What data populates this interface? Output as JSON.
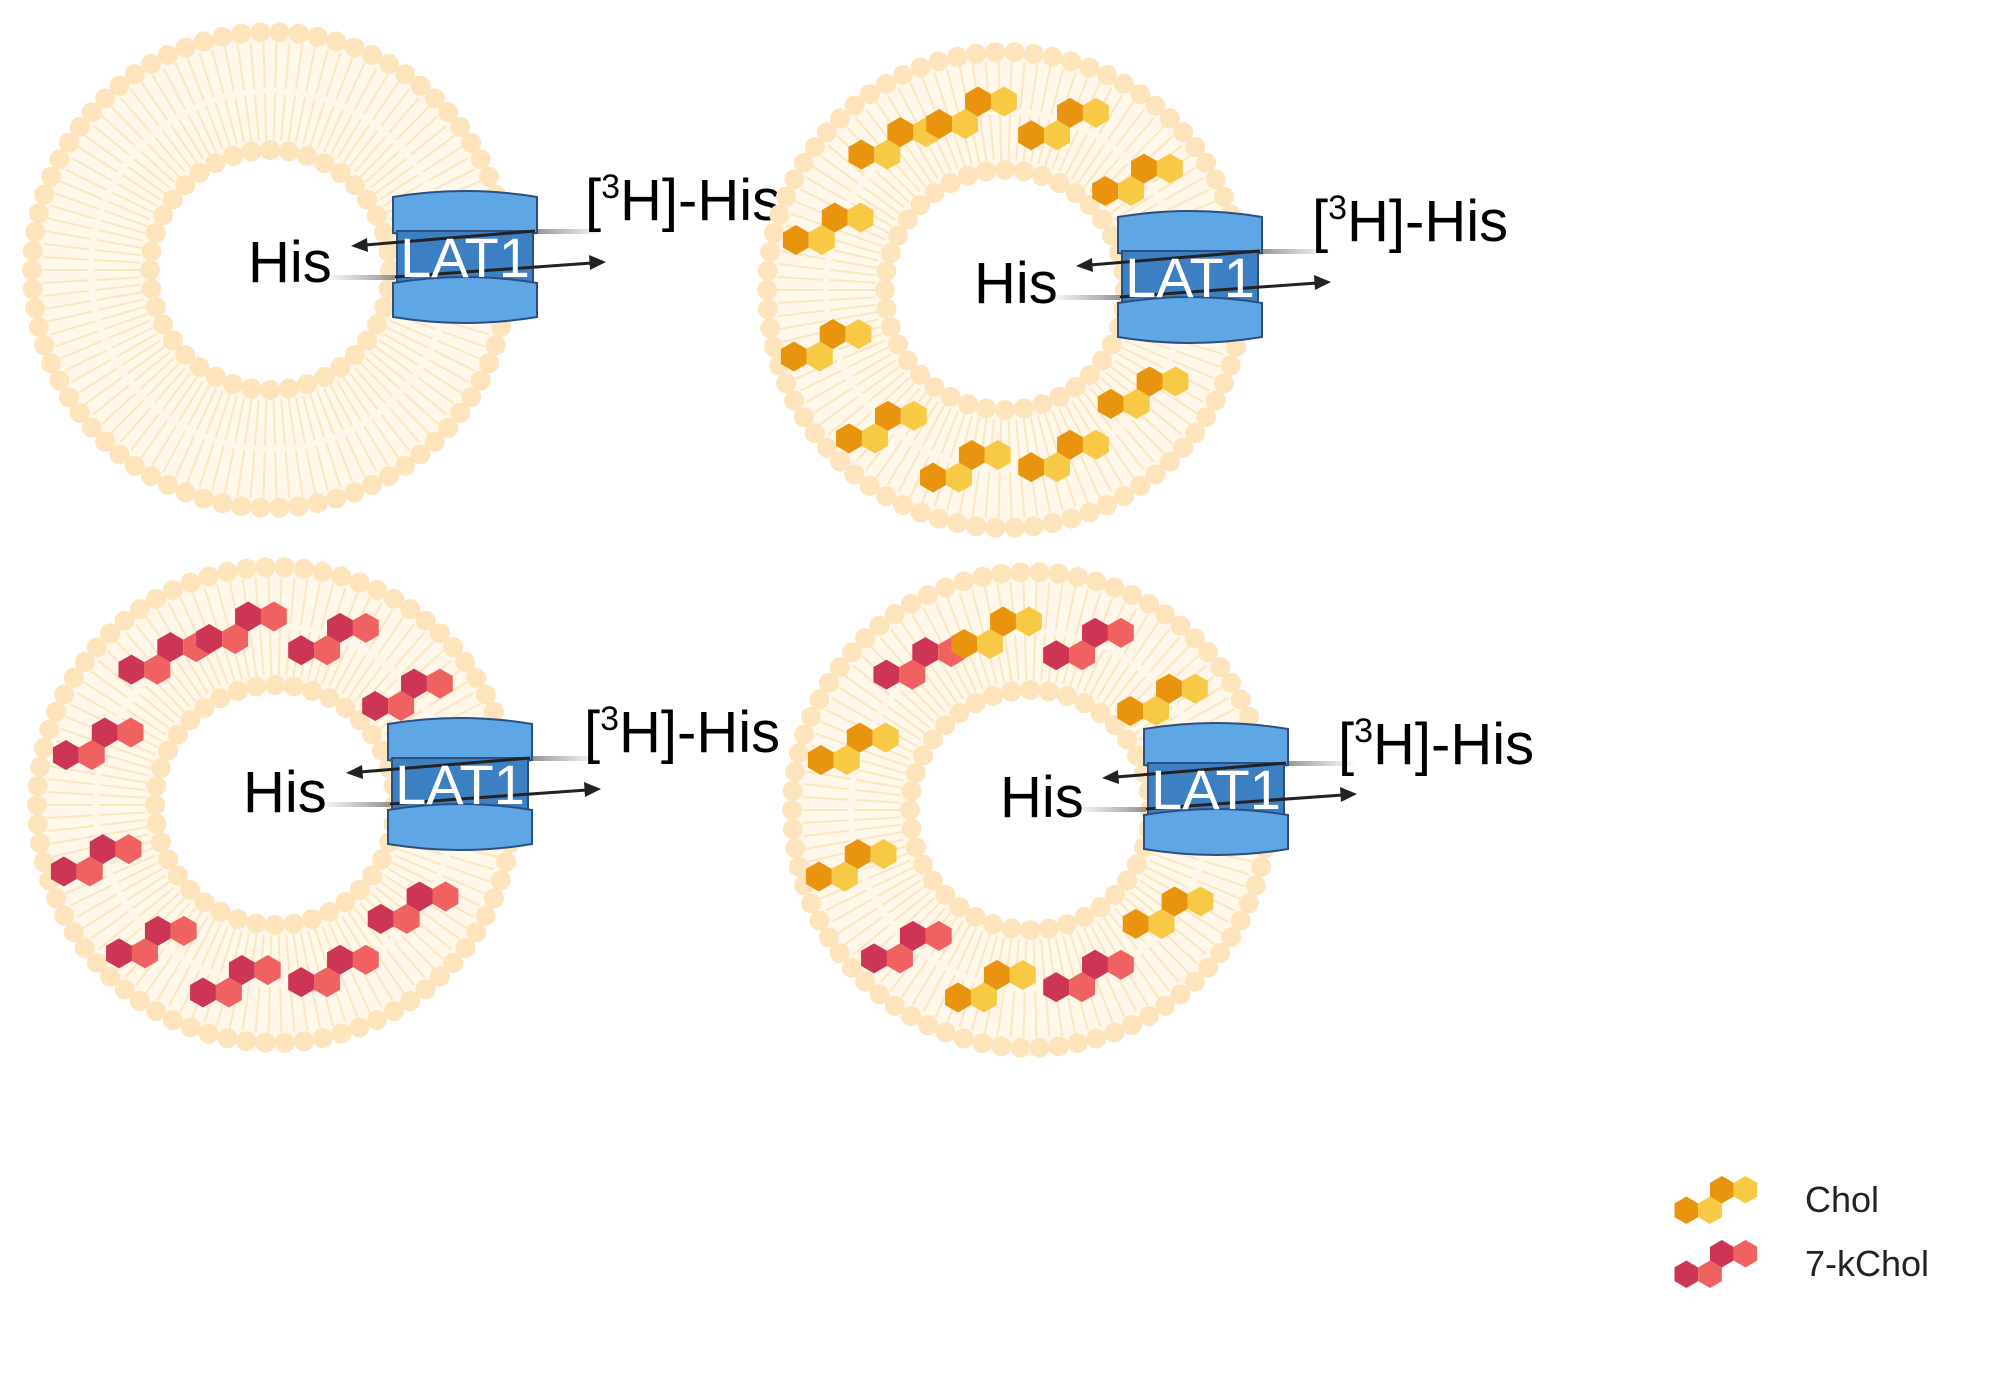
{
  "colors": {
    "membrane_head": "#fde4bd",
    "membrane_tail": "#fbe6c2",
    "transporter_light": "#5ea6e4",
    "transporter_dark": "#3d7fc3",
    "transporter_outline": "#2b4f80",
    "chol_dark": "#e8940e",
    "chol_light": "#f7c945",
    "kchol_dark": "#cc3553",
    "kchol_light": "#f06262",
    "arrow": "#222222"
  },
  "panels": [
    {
      "id": "control",
      "transporter_label": "LAT1",
      "inside_label": "His",
      "outside_label_bracket_open": "[",
      "outside_label_sup": "3",
      "outside_label_rest": "H]-His",
      "sterol_types": []
    },
    {
      "id": "chol",
      "transporter_label": "LAT1",
      "inside_label": "His",
      "outside_label_bracket_open": "[",
      "outside_label_sup": "3",
      "outside_label_rest": "H]-His",
      "sterol_types": [
        "chol",
        "chol",
        "chol",
        "chol",
        "chol",
        "chol",
        "chol",
        "chol",
        "chol",
        "chol",
        "chol"
      ]
    },
    {
      "id": "kchol",
      "transporter_label": "LAT1",
      "inside_label": "His",
      "outside_label_bracket_open": "[",
      "outside_label_sup": "3",
      "outside_label_rest": "H]-His",
      "sterol_types": [
        "kchol",
        "kchol",
        "kchol",
        "kchol",
        "kchol",
        "kchol",
        "kchol",
        "kchol",
        "kchol",
        "kchol",
        "kchol"
      ]
    },
    {
      "id": "mixed",
      "transporter_label": "LAT1",
      "inside_label": "His",
      "outside_label_bracket_open": "[",
      "outside_label_sup": "3",
      "outside_label_rest": "H]-His",
      "sterol_types": [
        "chol",
        "kchol",
        "chol",
        "kchol",
        "chol",
        "kchol",
        "chol",
        "kchol",
        "chol",
        "kchol",
        "chol"
      ]
    }
  ],
  "legend": {
    "items": [
      {
        "type": "chol",
        "label": "Chol"
      },
      {
        "type": "kchol",
        "label": "7-kChol"
      }
    ]
  }
}
